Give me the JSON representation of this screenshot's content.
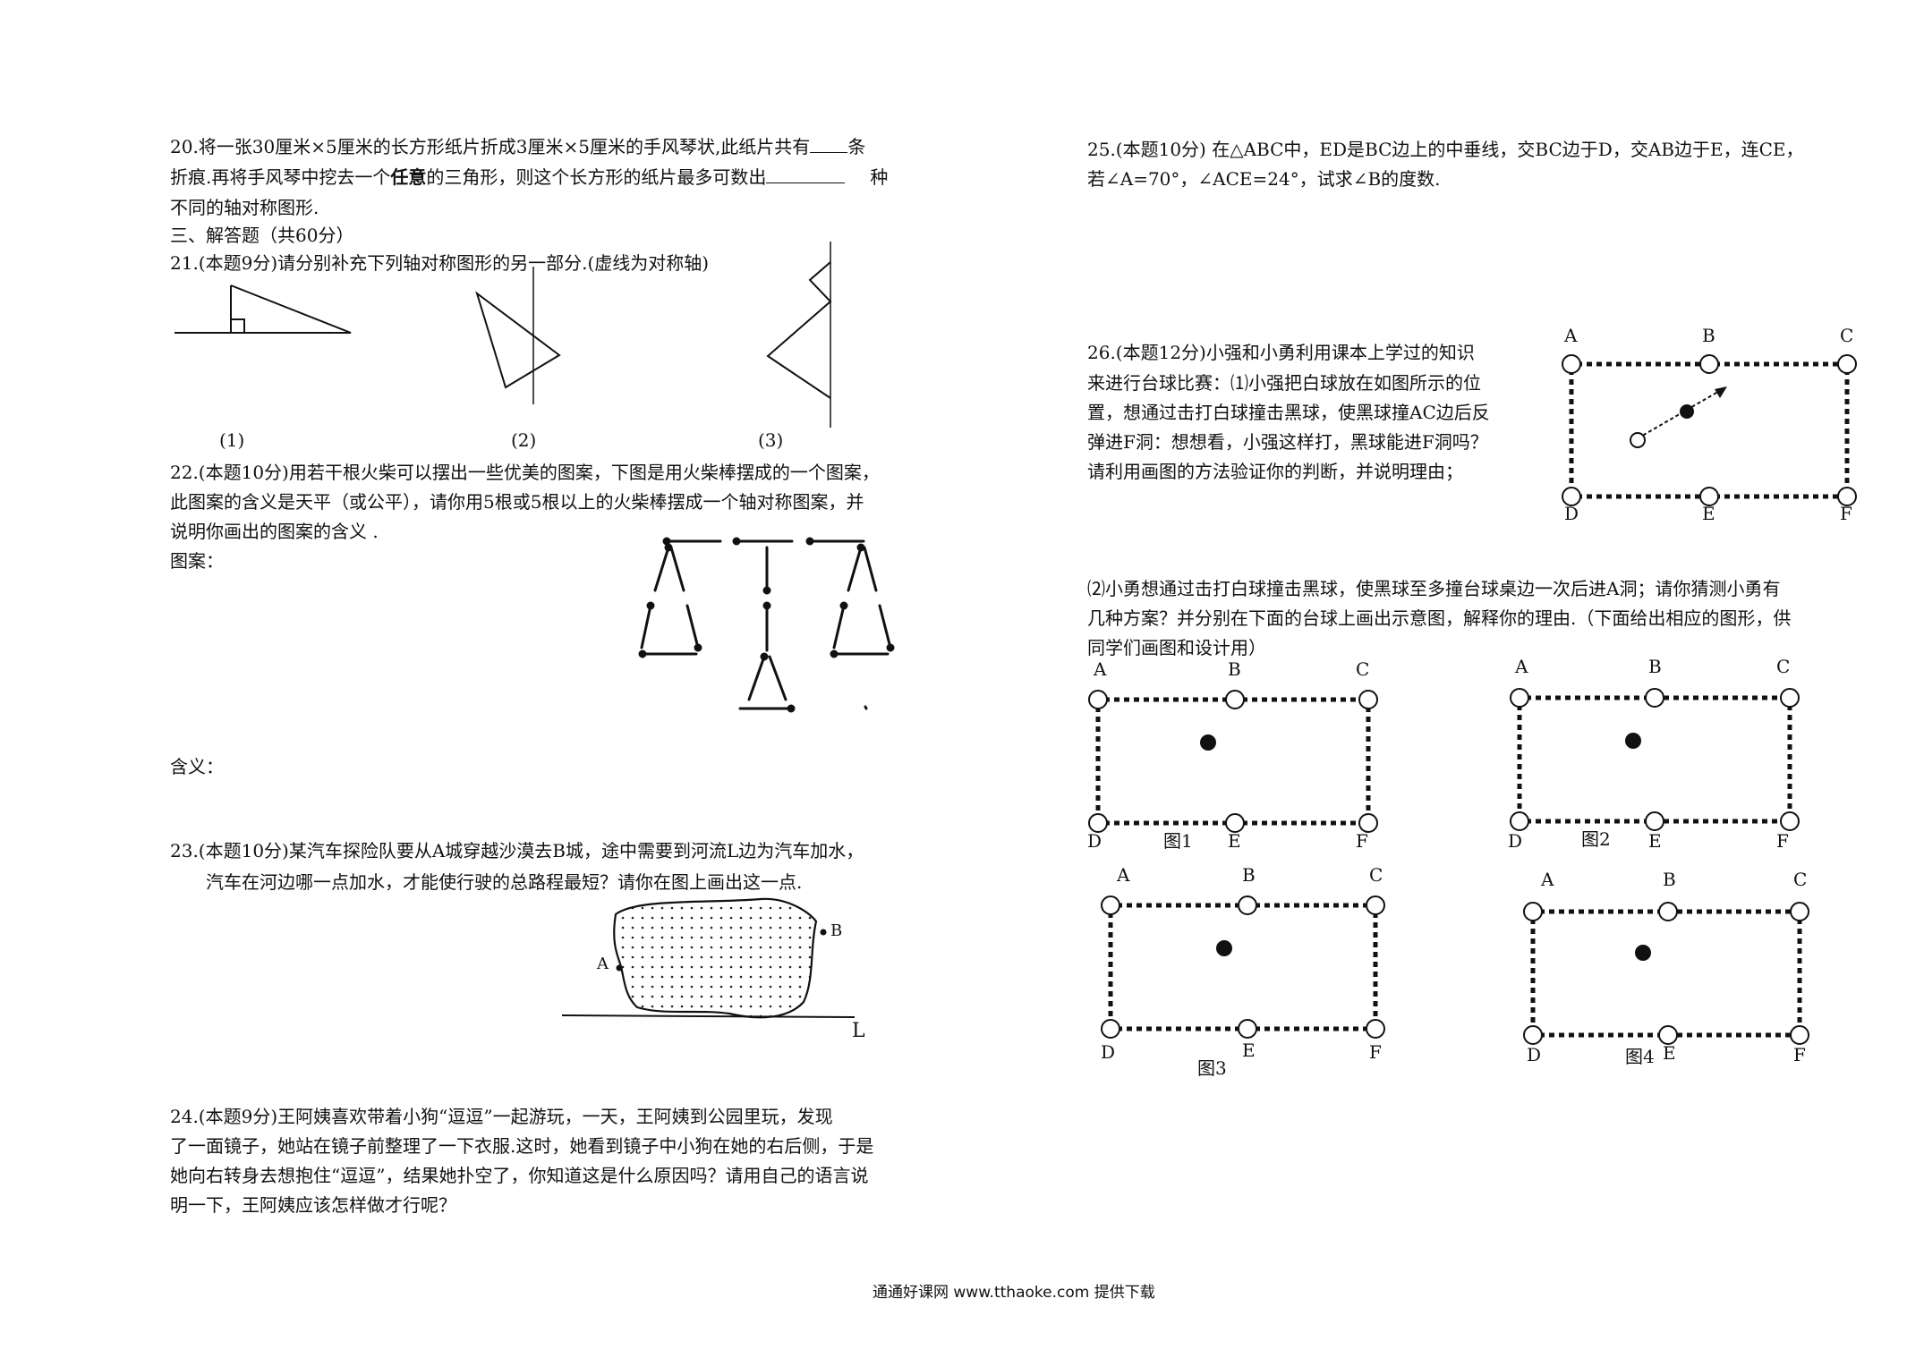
{
  "q20": {
    "line1_a": "20.将一张30厘米×5厘米的长方形纸片折成3厘米×5厘米的手风琴状,此纸片共有",
    "line1_b": "条",
    "line2_a": "折痕.再将手风琴中挖去一个",
    "line2_bold": "任意",
    "line2_b": "的三角形，则这个长方形的纸片最多可数出",
    "line2_c": "种",
    "line3": "不同的轴对称图形."
  },
  "section3": "三、解答题（共60分）",
  "q21": {
    "text": "21.(本题9分)请分别补充下列轴对称图形的另一部分.(虚线为对称轴)",
    "labels": [
      "(1)",
      "(2)",
      "(3)"
    ]
  },
  "q22": {
    "line1": "22.(本题10分)用若干根火柴可以摆出一些优美的图案，下图是用火柴棒摆成的一个图案，",
    "line2": "此图案的含义是天平（或公平），请你用5根或5根以上的火柴棒摆成一个轴对称图案，并",
    "line3": "说明你画出的图案的含义 .",
    "pattern_label": "图案：",
    "meaning_label": "含义："
  },
  "q23": {
    "line1": "23.(本题10分)某汽车探险队要从A城穿越沙漠去B城，途中需要到河流L边为汽车加水，",
    "line2": "汽车在河边哪一点加水，才能使行驶的总路程最短？请你在图上画出这一点.",
    "point_a": "A",
    "point_b": "B",
    "river": "L"
  },
  "q24": {
    "line1": "24.(本题9分)王阿姨喜欢带着小狗“逗逗”一起游玩，一天，王阿姨到公园里玩，发现",
    "line2": "了一面镜子，她站在镜子前整理了一下衣服.这时，她看到镜子中小狗在她的右后侧，于是",
    "line3": "她向右转身去想抱住“逗逗”，结果她扑空了，你知道这是什么原因吗？请用自己的语言说",
    "line4": "明一下，王阿姨应该怎样做才行呢？"
  },
  "q25": {
    "line1": "25.(本题10分)  在△ABC中，ED是BC边上的中垂线，交BC边于D，交AB边于E，连CE，",
    "line2": "若∠A=70°，∠ACE=24°，试求∠B的度数."
  },
  "q26": {
    "line1": "26.(本题12分)小强和小勇利用课本上学过的知识",
    "line2": "来进行台球比赛：⑴小强把白球放在如图所示的位",
    "line3": "置，想通过击打白球撞击黑球，使黑球撞AC边后反",
    "line4": "弹进F洞：想想看，小强这样打，黑球能进F洞吗？",
    "line5": "请利用画图的方法验证你的判断，并说明理由；",
    "part2_line1": "⑵小勇想通过击打白球撞击黑球，使黑球至多撞台球桌边一次后进A洞；请你猜测小勇有",
    "part2_line2": "几种方案？并分别在下面的台球上画出示意图，解释你的理由.（下面给出相应的图形，供",
    "part2_line3": "同学们画图和设计用）",
    "pockets": [
      "A",
      "B",
      "C",
      "D",
      "E",
      "F"
    ],
    "fig_labels": [
      "图1",
      "图2",
      "图3",
      "图4"
    ]
  },
  "footer": "通通好课网 www.tthaoke.com 提供下载"
}
